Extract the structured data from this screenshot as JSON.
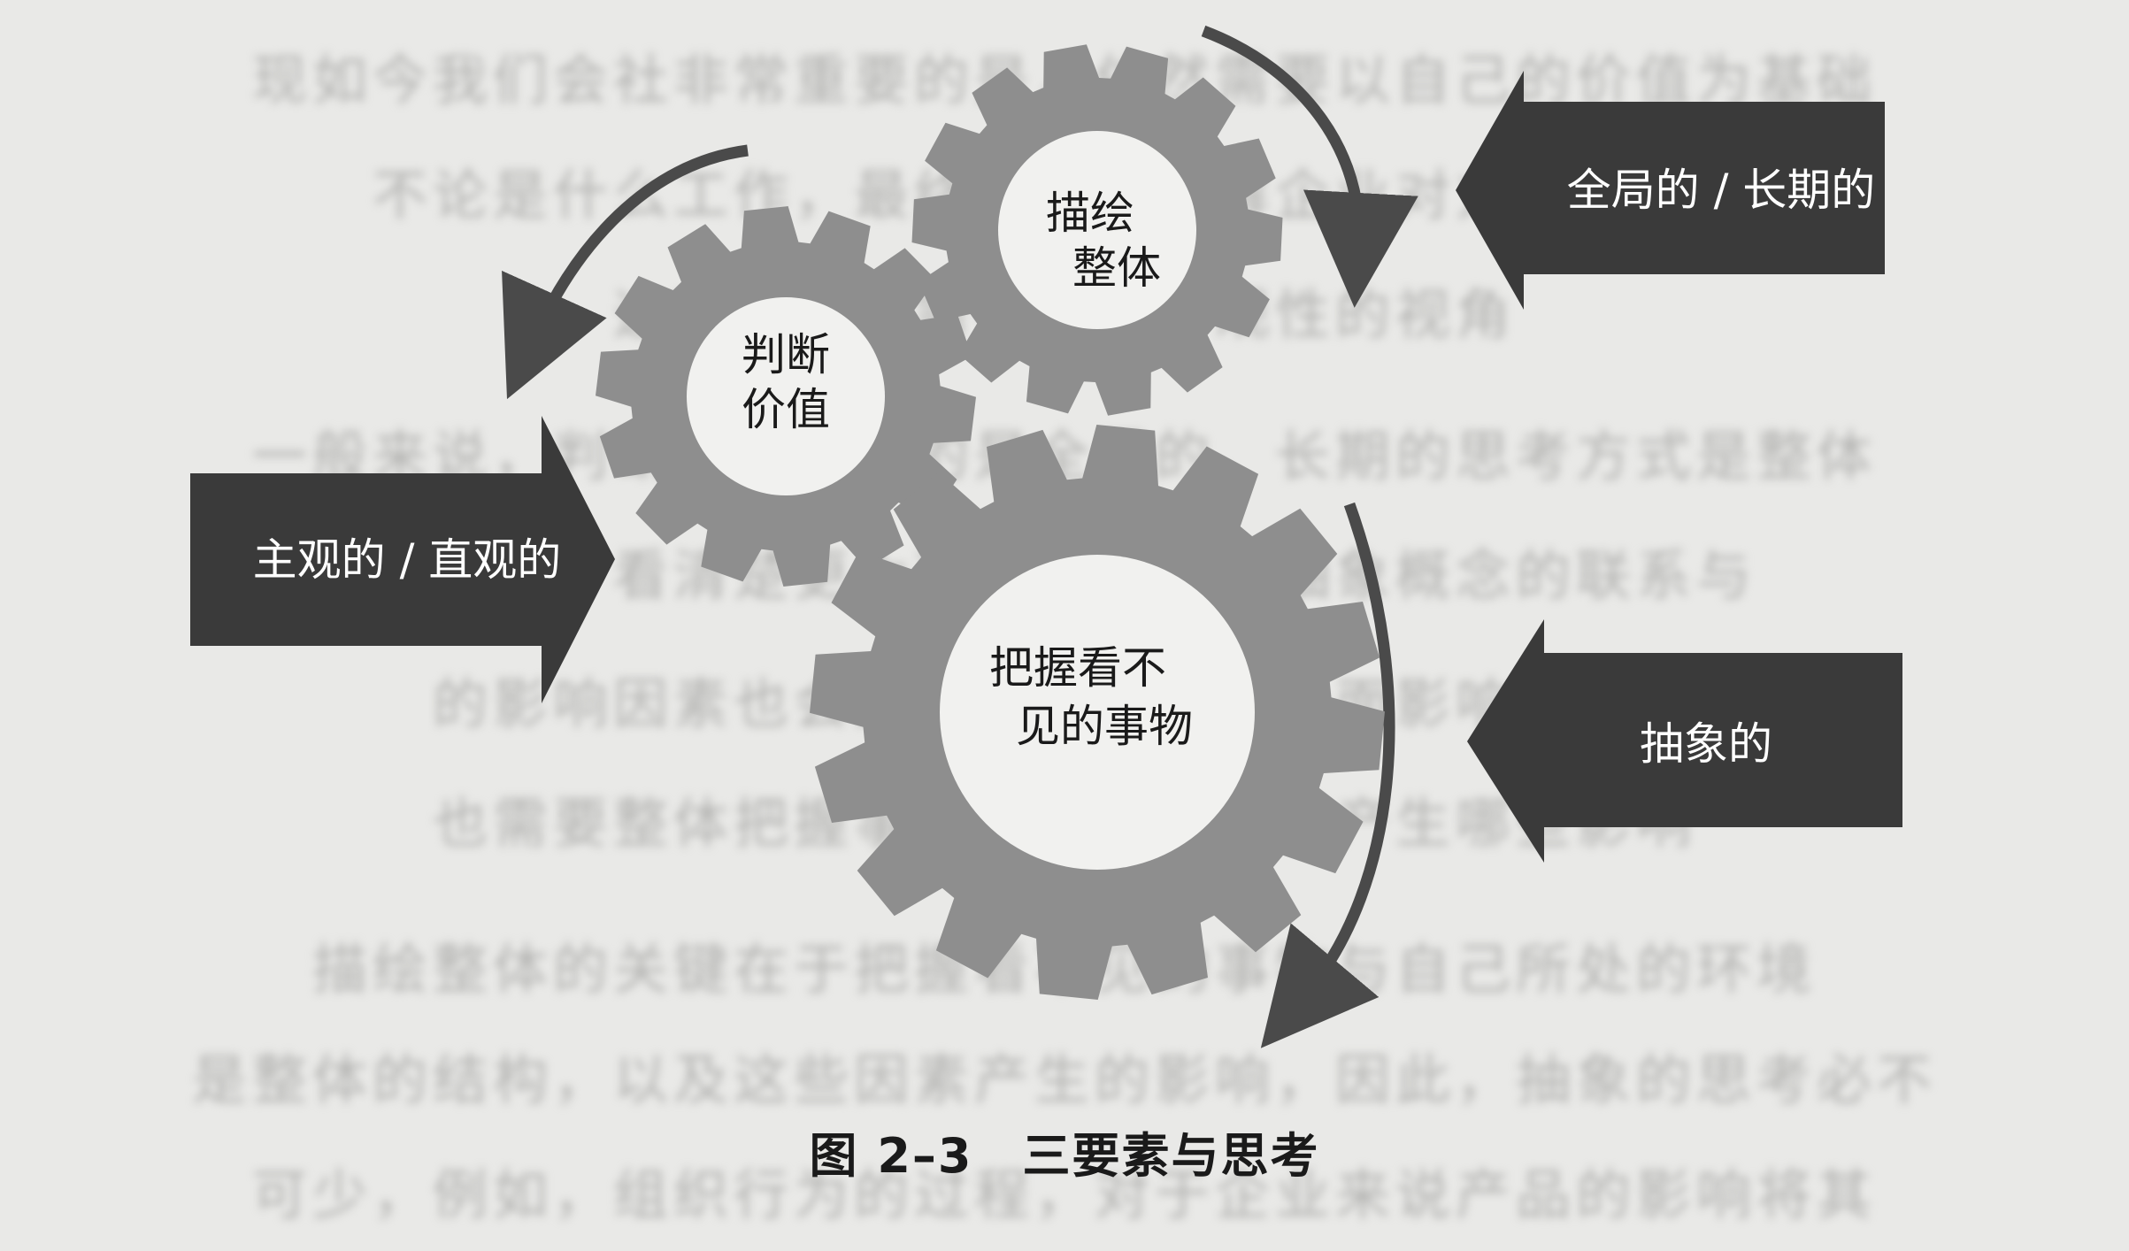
{
  "background_lines": [
    "现如今我们会社非常重要的是，依然需要以自己的价值为基础",
    "不论是什么工作，最终都需要理解企业对方来的意义",
    "这种判断，需要的是客观性的视角",
    "一般来说，判断主要依据的是全局的、长期的思考方式是整体",
    "的视野，看清楚更大范围内的一些抽象概念的联系与",
    "的影响因素也会对事物发展带来全面影响，同时",
    "也需要整体把握事物的动态对外界产生哪些影响",
    "描绘整体的关键在于把握看不见的事物与自己所处的环境",
    "是整体的结构，以及这些因素产生的影响，因此，抽象的思考必不",
    "可少，例如，组织行为的过程，对于企业来说产品的影响将其"
  ],
  "gears": {
    "left": {
      "label_line1": "判断",
      "label_line2": "价值"
    },
    "right": {
      "label_line1": "描绘",
      "label_line2": "整体"
    },
    "bottom": {
      "label_line1": "把握看不",
      "label_line2": "见的事物"
    }
  },
  "arrows": {
    "left": {
      "label": "主观的 / 直观的",
      "direction": "right"
    },
    "top_right": {
      "label": "全局的 / 长期的",
      "direction": "left"
    },
    "bottom_right": {
      "label": "抽象的",
      "direction": "left"
    }
  },
  "caption": "图 2–3　三要素与思考",
  "colors": {
    "gear": "#8e8e8e",
    "gear_center": "#f1f1ef",
    "arrow_box": "#3a3a3a",
    "arrow_text": "#ffffff",
    "curve_arrow": "#4a4a4a",
    "background": "#e9e9e7"
  }
}
